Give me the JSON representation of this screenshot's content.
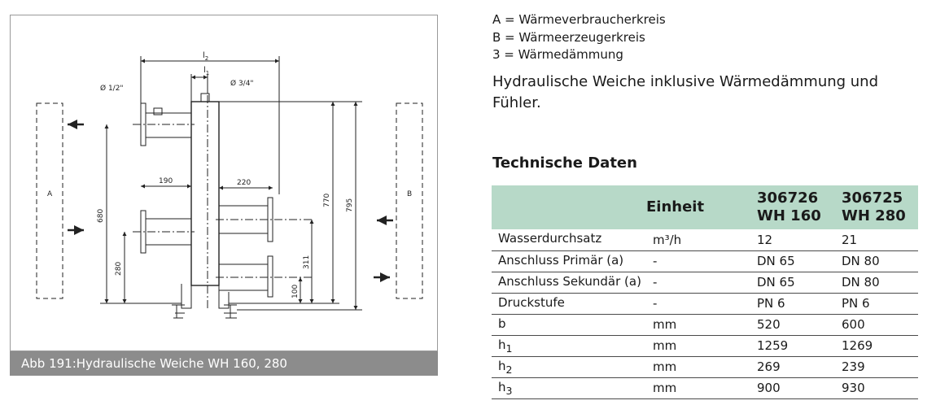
{
  "figure": {
    "caption": "Abb 191:Hydraulische Weiche WH 160, 280",
    "labels": {
      "box_a": "A",
      "box_b": "B",
      "l2": "l",
      "l2_sub": "2",
      "l1": "l",
      "l1_sub": "1",
      "pipe_left": "Ø 1/2\"",
      "pipe_right": "Ø 3/4\"",
      "dim_190": "190",
      "dim_220": "220",
      "dim_680": "680",
      "dim_280": "280",
      "dim_770": "770",
      "dim_795": "795",
      "dim_311": "311",
      "dim_100": "100"
    }
  },
  "legend": [
    "A = Wärmeverbraucherkreis",
    "B = Wärmeerzeugerkreis",
    "3 = Wärmedämmung"
  ],
  "description": "Hydraulische Weiche inklusive Wärmedämmung und Fühler.",
  "tech_title": "Technische Daten",
  "table": {
    "header": {
      "col1": "Einheit",
      "col2_line1": "306726",
      "col2_line2": "WH 160",
      "col3_line1": "306725",
      "col3_line2": "WH 280"
    },
    "rows": [
      {
        "label": "Wasserdurchsatz",
        "sub": "",
        "unit": "m³/h",
        "v1": "12",
        "v2": "21"
      },
      {
        "label": "Anschluss Primär (a)",
        "sub": "",
        "unit": "-",
        "v1": "DN 65",
        "v2": "DN 80"
      },
      {
        "label": "Anschluss Sekundär (a)",
        "sub": "",
        "unit": "-",
        "v1": "DN 65",
        "v2": "DN 80"
      },
      {
        "label": "Druckstufe",
        "sub": "",
        "unit": "-",
        "v1": "PN 6",
        "v2": "PN 6"
      },
      {
        "label": "b",
        "sub": "",
        "unit": "mm",
        "v1": "520",
        "v2": "600"
      },
      {
        "label": "h",
        "sub": "1",
        "unit": "mm",
        "v1": "1259",
        "v2": "1269"
      },
      {
        "label": "h",
        "sub": "2",
        "unit": "mm",
        "v1": "269",
        "v2": "239"
      },
      {
        "label": "h",
        "sub": "3",
        "unit": "mm",
        "v1": "900",
        "v2": "930"
      }
    ]
  }
}
